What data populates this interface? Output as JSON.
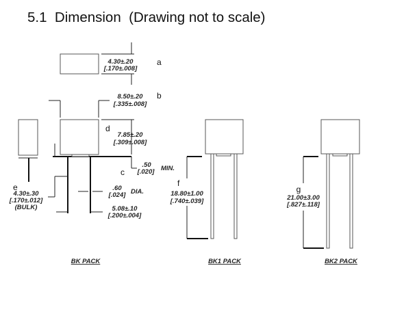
{
  "title": "5.1  Dimension  (Drawing not to scale)",
  "dimensions": {
    "a": {
      "label": "a",
      "mm": "4.30±.20",
      "inch": "[.170±.008]"
    },
    "b": {
      "label": "b",
      "mm": "8.50±.20",
      "inch": "[.335±.008]"
    },
    "d": {
      "label": "d",
      "mm": "7.85±.20",
      "inch": "[.309±.008]"
    },
    "c": {
      "label": "c",
      "mm": ".50",
      "inch": "[.020]",
      "note": "MIN."
    },
    "e": {
      "label": "e",
      "mm": "4.30±.30",
      "inch": "[.170±.012]",
      "note": "(BULK)"
    },
    "dia": {
      "mm": ".60",
      "inch": "[.024]",
      "note": "DIA."
    },
    "pitch": {
      "mm": "5.08±.10",
      "inch": "[.200±.004]"
    },
    "f": {
      "label": "f",
      "mm": "18.80±1.00",
      "inch": "[.740±.039]"
    },
    "g": {
      "label": "g",
      "mm": "21.00±3.00",
      "inch": "[.827±.118]"
    }
  },
  "packs": [
    "BK PACK",
    "BK1 PACK",
    "BK2 PACK"
  ]
}
